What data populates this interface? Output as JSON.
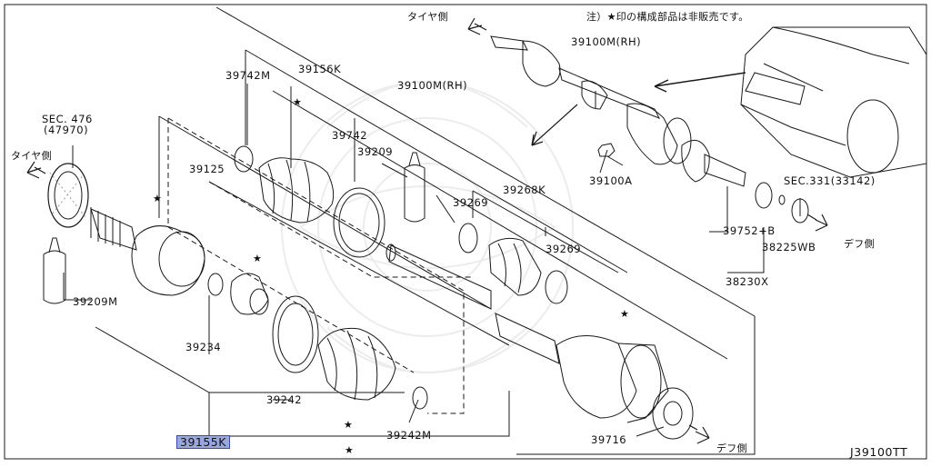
{
  "diagram": {
    "note": "注）★印の構成部品は非販売です。",
    "diagram_code": "J39100TT",
    "directions": {
      "tire_side_top": "タイヤ側",
      "tire_side_left": "タイヤ側",
      "diff_side_right": "デフ側",
      "diff_side_bottom": "デフ側"
    },
    "labels": {
      "sec476_a": "SEC. 476",
      "sec476_b": "(47970)",
      "p39209M": "39209M",
      "p39125": "39125",
      "p39234": "39234",
      "p39155K": "39155K",
      "p39742M": "39742M",
      "p39156K": "39156K",
      "p39742": "39742",
      "p39209": "39209",
      "p39100M_rh_mid": "39100M(RH)",
      "p39100M_rh_top": "39100M(RH)",
      "p39269_a": "39269",
      "p39268K": "39268K",
      "p39269_b": "39269",
      "p39242": "39242",
      "p39242M": "39242M",
      "p39716": "39716",
      "p39100A": "39100A",
      "p39752B": "39752+B",
      "sec331": "SEC.331(33142)",
      "p38225WB": "38225WB",
      "p38230X": "38230X"
    }
  }
}
